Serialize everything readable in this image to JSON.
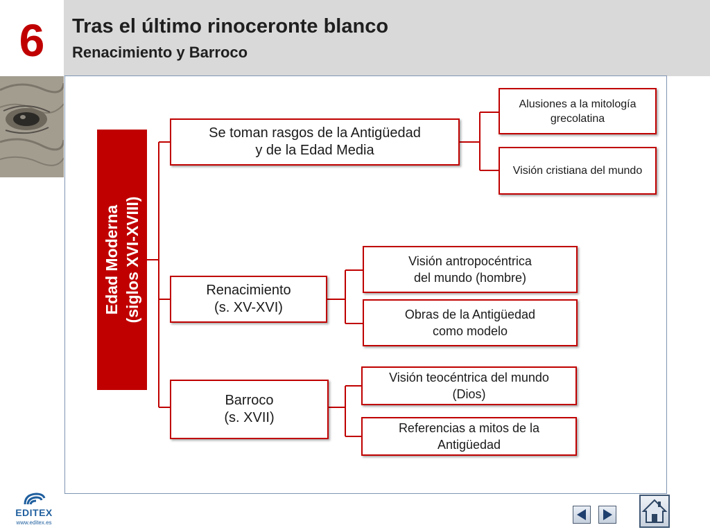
{
  "header": {
    "chapter_number": "6",
    "title": "Tras el último rinoceronte blanco",
    "subtitle": "Renacimiento y Barroco"
  },
  "diagram": {
    "root": {
      "lines": [
        "Edad Moderna",
        "(siglos XVI-XVIII)"
      ]
    },
    "branches": [
      {
        "label": "Se toman rasgos de la Antigüedad\ny de la Edad Media",
        "children": [
          "Alusiones a la mitología\ngrecolatina",
          "Visión cristiana del mundo"
        ]
      },
      {
        "label": "Renacimiento\n(s. XV-XVI)",
        "children": [
          "Visión antropocéntrica\ndel mundo (hombre)",
          "Obras de la Antigüedad\ncomo modelo"
        ]
      },
      {
        "label": "Barroco\n(s. XVII)",
        "children": [
          "Visión teocéntrica del mundo\n(Dios)",
          "Referencias a mitos de la\nAntigüedad"
        ]
      }
    ]
  },
  "footer": {
    "logo_text": "EDITEX",
    "logo_url": "www.editex.es"
  },
  "nav": {
    "prev_icon": "triangle-left-icon",
    "next_icon": "triangle-right-icon",
    "home_icon": "home-icon"
  },
  "colors": {
    "accent": "#c00000",
    "header_bg": "#d9d9d9",
    "frame_border": "#7f95b3",
    "brand_blue": "#1f5f9e"
  }
}
